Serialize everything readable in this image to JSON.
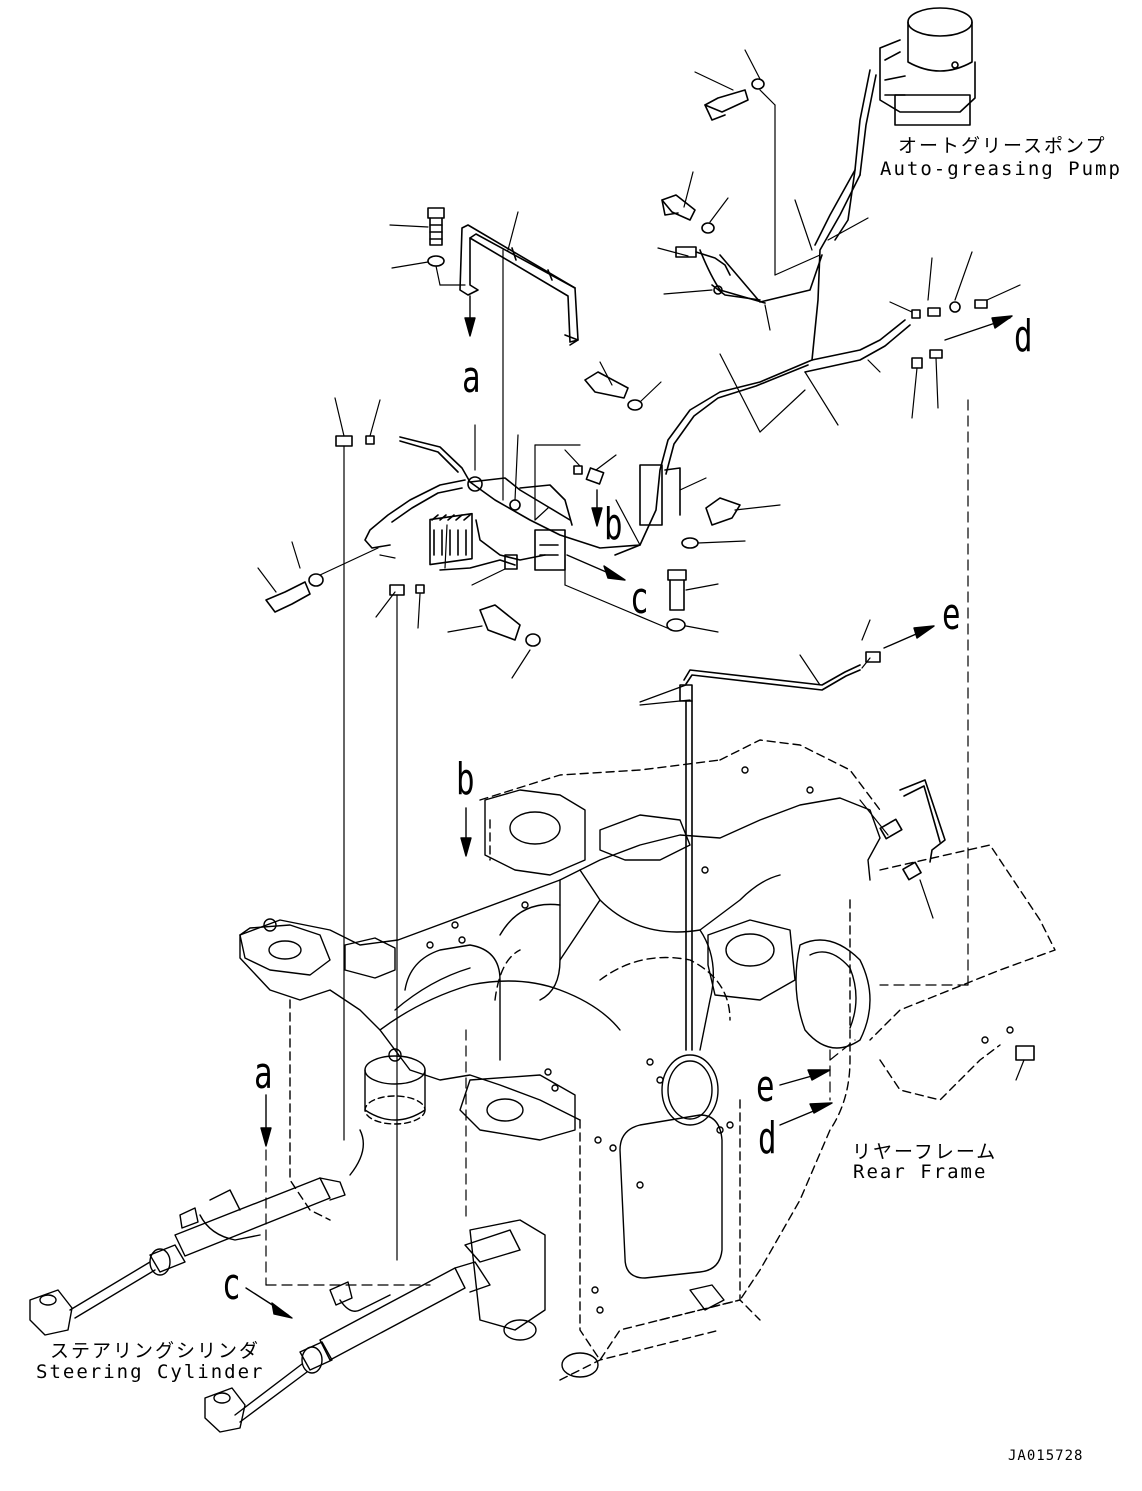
{
  "callouts": {
    "a_top": "a",
    "b_top": "b",
    "c_top": "c",
    "d_top": "d",
    "e_top": "e",
    "b_frame": "b",
    "a_frame": "a",
    "e_frame": "e",
    "d_frame": "d",
    "c_frame": "c"
  },
  "parts": {
    "pump_jp": "オートグリースポンプ",
    "pump_en": "Auto-greasing Pump",
    "frame_jp": "リヤーフレーム",
    "frame_en": "Rear Frame",
    "cylinder_jp": "ステアリングシリンダ",
    "cylinder_en": "Steering Cylinder"
  },
  "drawing_code": "JA015728"
}
